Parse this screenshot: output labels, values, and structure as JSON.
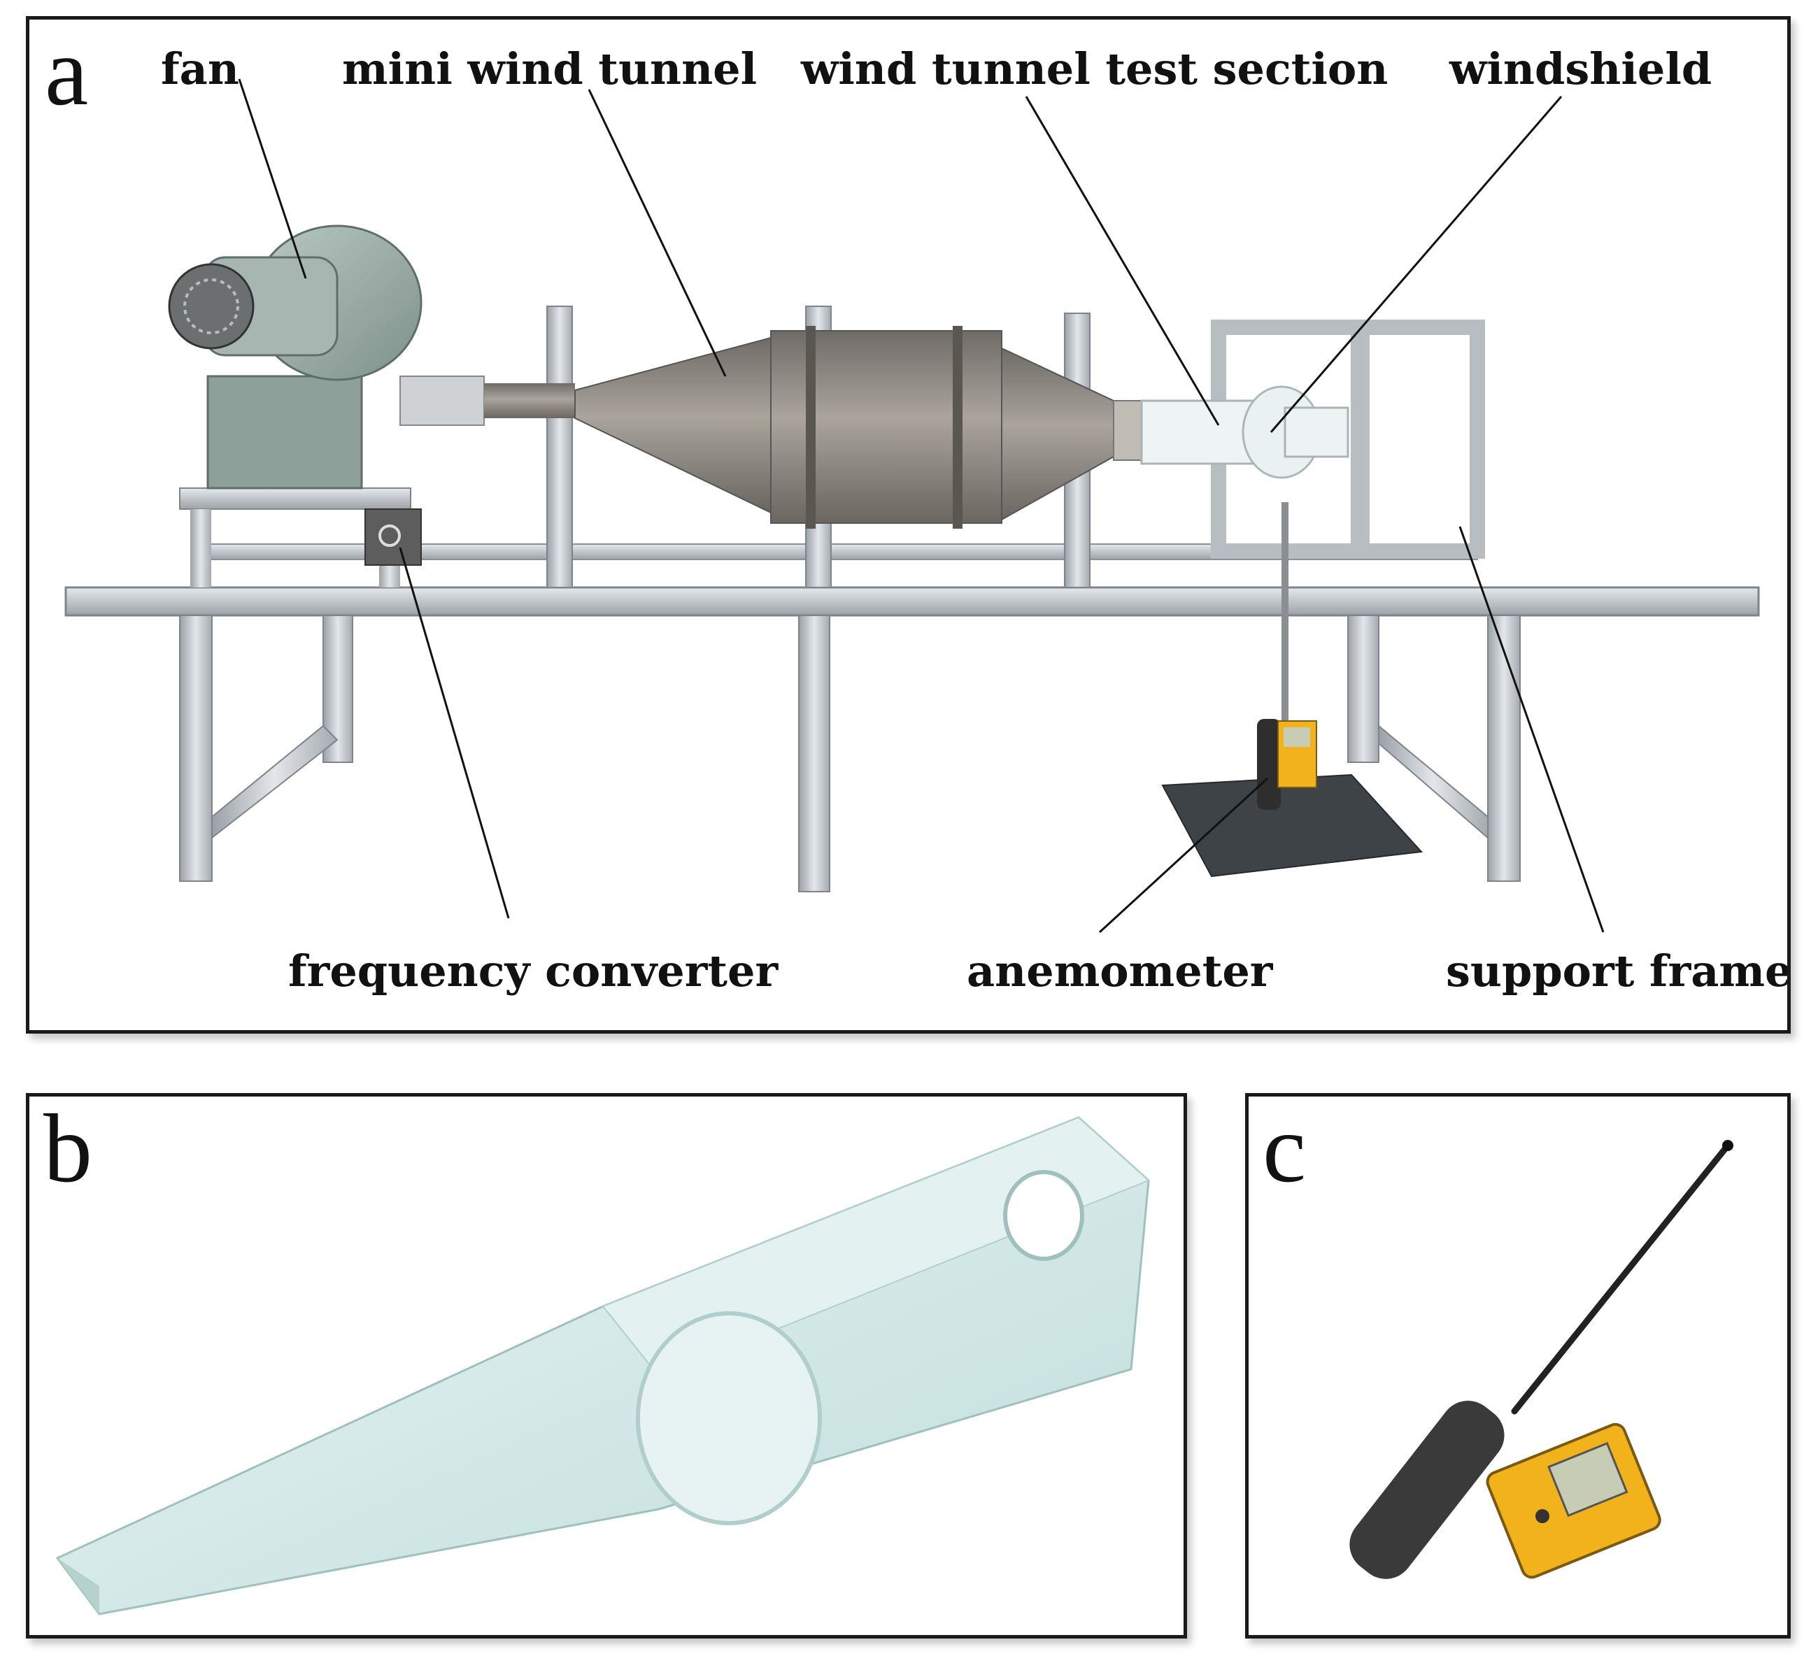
{
  "panels": {
    "a": {
      "label": "a",
      "annotations": {
        "fan": "fan",
        "mini_wind_tunnel": "mini wind tunnel",
        "test_section": "wind tunnel test section",
        "windshield": "windshield",
        "frequency_converter": "frequency converter",
        "anemometer": "anemometer",
        "support_frame": "support frame"
      }
    },
    "b": {
      "label": "b"
    },
    "c": {
      "label": "c"
    }
  },
  "colors": {
    "frame_border": "#1a1a1a",
    "aluminum": "#c4c8cc",
    "steel": "#8a8680",
    "fan_motor": "#9fb0aa",
    "resin": "#d6ecea",
    "meter_yellow": "#f2b21b"
  }
}
